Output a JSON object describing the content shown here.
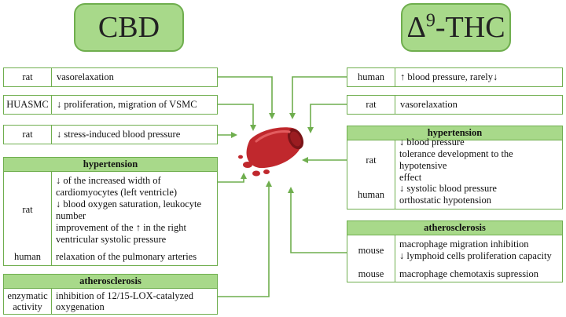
{
  "cbd": {
    "title": "CBD",
    "rows": [
      {
        "label": "rat",
        "text": "vasorelaxation"
      },
      {
        "label": "HUASMC",
        "text": "↓ proliferation, migration of VSMC"
      },
      {
        "label": "rat",
        "text": "↓ stress-induced blood pressure"
      }
    ],
    "hypertension": {
      "header": "hypertension",
      "groups": [
        {
          "label": "rat",
          "lines": [
            "↓ of the increased width of",
            "cardiomyocytes (left ventricle)",
            "↓ blood oxygen saturation, leukocyte",
            "number",
            "improvement of the  ↑ in the right",
            "ventricular systolic pressure"
          ]
        },
        {
          "label": "human",
          "lines": [
            "relaxation of the pulmonary arteries"
          ]
        }
      ]
    },
    "atherosclerosis": {
      "header": "atherosclerosis",
      "groups": [
        {
          "label_lines": [
            "enzymatic",
            "activity"
          ],
          "lines": [
            "inhibition of 12/15-LOX-catalyzed",
            "oxygenation"
          ]
        }
      ]
    }
  },
  "thc": {
    "title_prefix": "Δ",
    "title_sup": "9",
    "title_suffix": "-THC",
    "rows": [
      {
        "label": "human",
        "text": "↑ blood pressure, rarely↓"
      },
      {
        "label": "rat",
        "text": "vasorelaxation"
      }
    ],
    "hypertension": {
      "header": "hypertension",
      "groups": [
        {
          "label": "rat",
          "lines": [
            "↓ blood pressure",
            "tolerance development to the hypotensive",
            "effect"
          ]
        },
        {
          "label": "human",
          "lines": [
            "↓ systolic blood pressure",
            "orthostatic hypotension"
          ]
        }
      ]
    },
    "atherosclerosis": {
      "header": "atherosclerosis",
      "groups": [
        {
          "label": "mouse",
          "lines": [
            "macrophage migration inhibition",
            "↓ lymphoid cells proliferation capacity"
          ]
        },
        {
          "label": "mouse",
          "lines": [
            "macrophage chemotaxis supression"
          ]
        }
      ]
    }
  },
  "colors": {
    "box_border": "#6fae4e",
    "header_fill": "#a8d98a",
    "vessel": "#c0282d",
    "arrow": "#6fae4e"
  },
  "icons": {
    "center": "blood-vessel-icon"
  }
}
